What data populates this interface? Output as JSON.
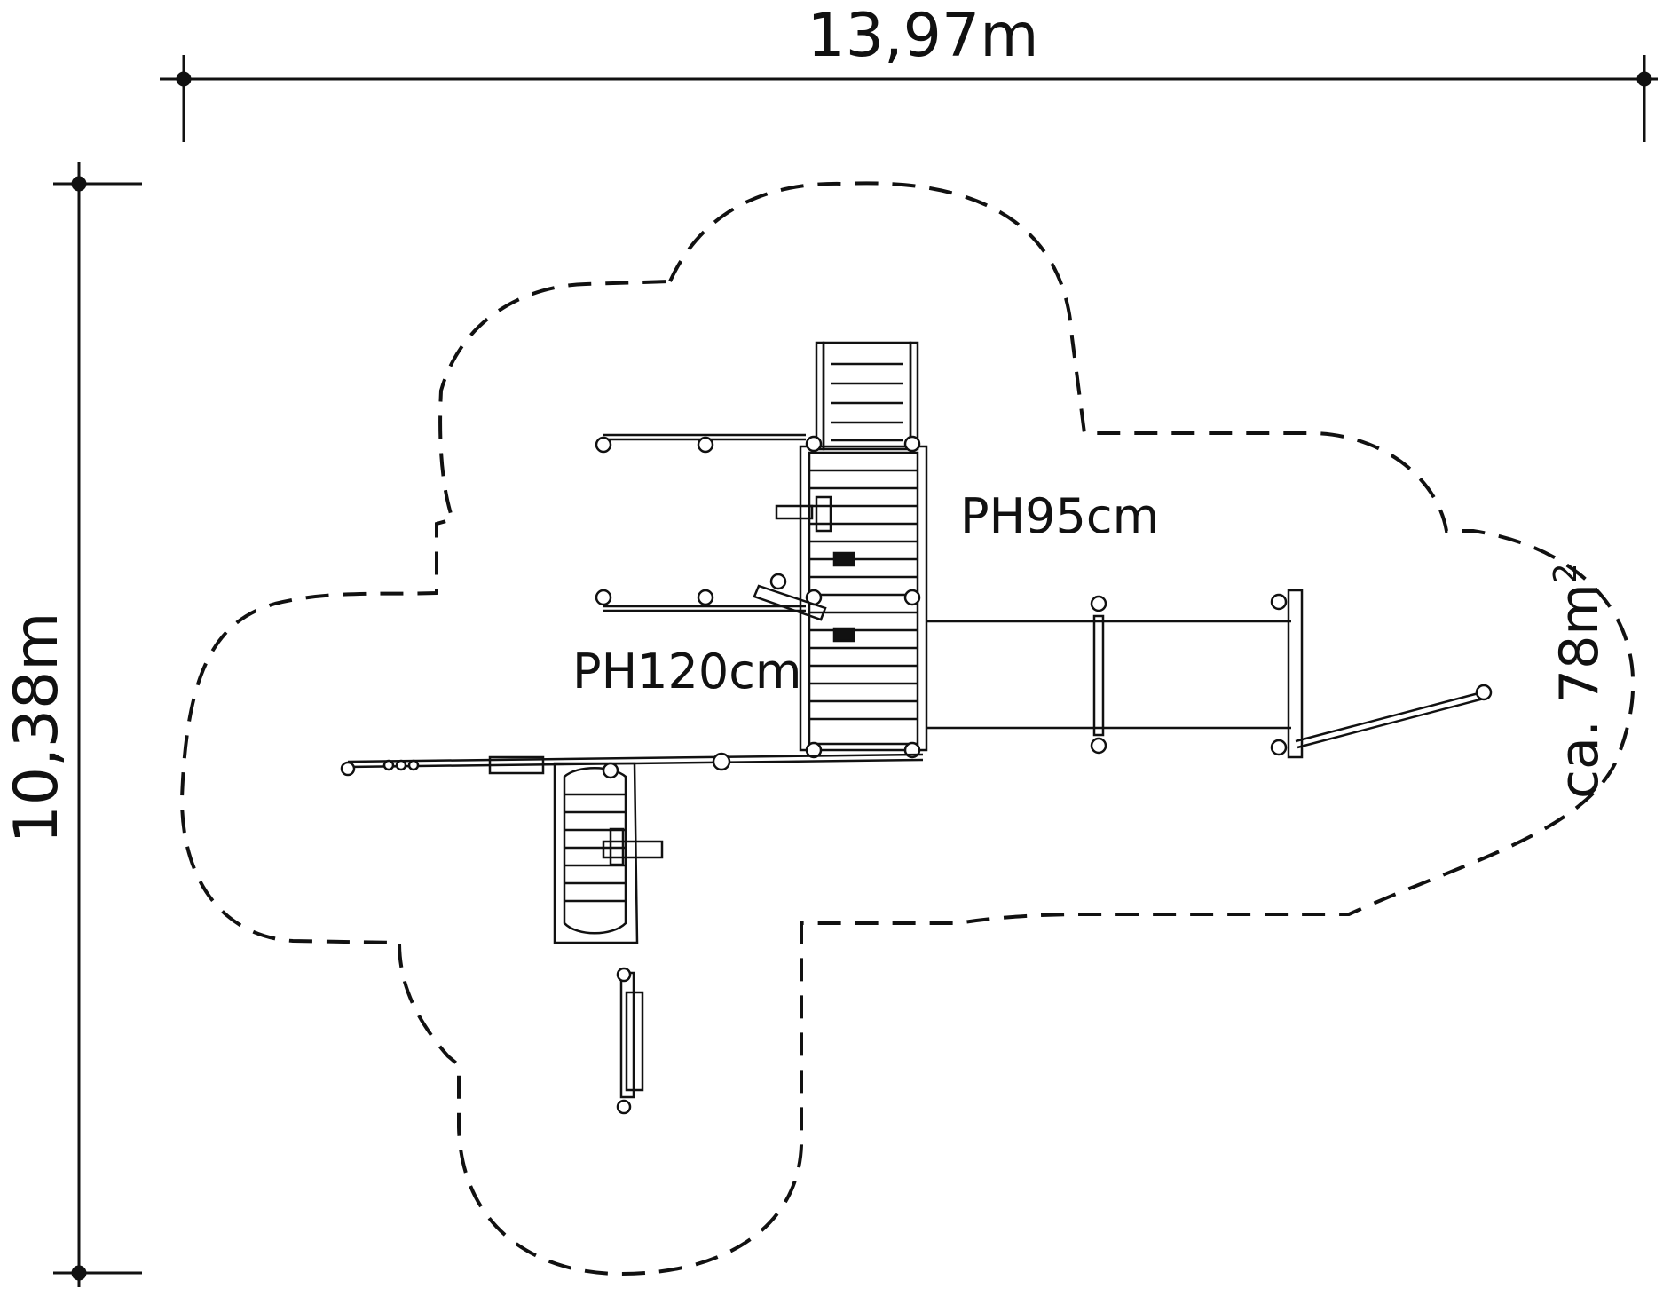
{
  "dimensions": {
    "width_label": "13,97m",
    "depth_label": "10,38m"
  },
  "platforms": {
    "upper": "PH95cm",
    "lower": "PH120cm"
  },
  "area": {
    "label": "ca. 78m",
    "unit_superscript": "2"
  },
  "colors": {
    "ink": "#111111",
    "background": "#ffffff"
  }
}
